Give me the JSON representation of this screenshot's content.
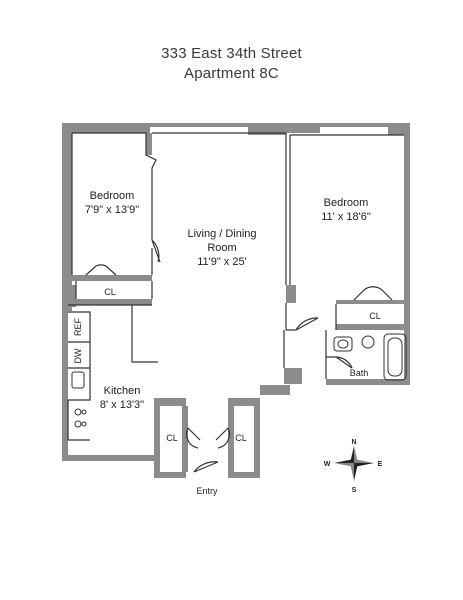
{
  "header": {
    "address": "333 East 34th Street",
    "unit": "Apartment 8C"
  },
  "rooms": {
    "bedroom_left": {
      "name": "Bedroom",
      "dimensions": "7'9\" x 13'9\""
    },
    "living_dining": {
      "name_line1": "Living / Dining",
      "name_line2": "Room",
      "dimensions": "11'9\" x 25'"
    },
    "bedroom_right": {
      "name": "Bedroom",
      "dimensions": "11' x 18'6\""
    },
    "kitchen": {
      "name": "Kitchen",
      "dimensions": "8' x 13'3\""
    },
    "bath": {
      "name": "Bath"
    },
    "entry": {
      "name": "Entry"
    }
  },
  "closets": {
    "left_bedroom": "CL",
    "right_bedroom": "CL",
    "entry_left": "CL",
    "entry_right": "CL"
  },
  "appliances": {
    "refrigerator": "REF",
    "dishwasher": "DW"
  },
  "compass": {
    "north": "N",
    "south": "S",
    "east": "E",
    "west": "W"
  },
  "colors": {
    "wall": "#8c8c8c",
    "wall_shadow": "#7a7a7a",
    "line": "#333333",
    "text": "#222222"
  }
}
